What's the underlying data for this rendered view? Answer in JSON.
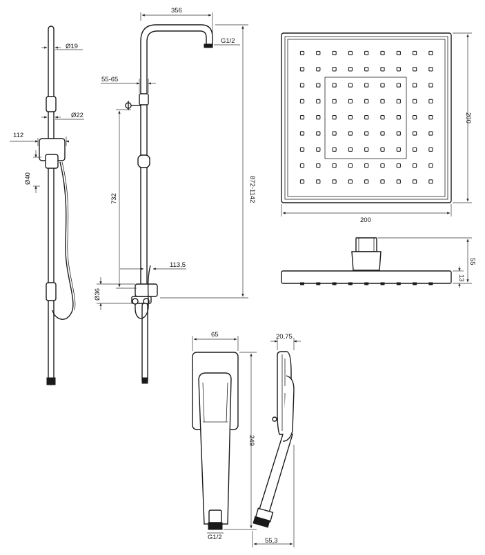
{
  "labels": {
    "d19": "Ø19",
    "d22": "Ø22",
    "w112": "112",
    "d40": "Ø40",
    "w356": "356",
    "g12_top": "G1/2",
    "w55_65": "55-65",
    "h872": "872-1142",
    "h732": "732",
    "w113_5": "113,5",
    "d36": "Ø36",
    "w200_right": "200",
    "w200_bottom": "200",
    "h55": "55",
    "h13": "13",
    "w65": "65",
    "h249": "249",
    "g12_bottom": "G1/2",
    "w20_75": "20,75",
    "w55_3": "55,3"
  }
}
